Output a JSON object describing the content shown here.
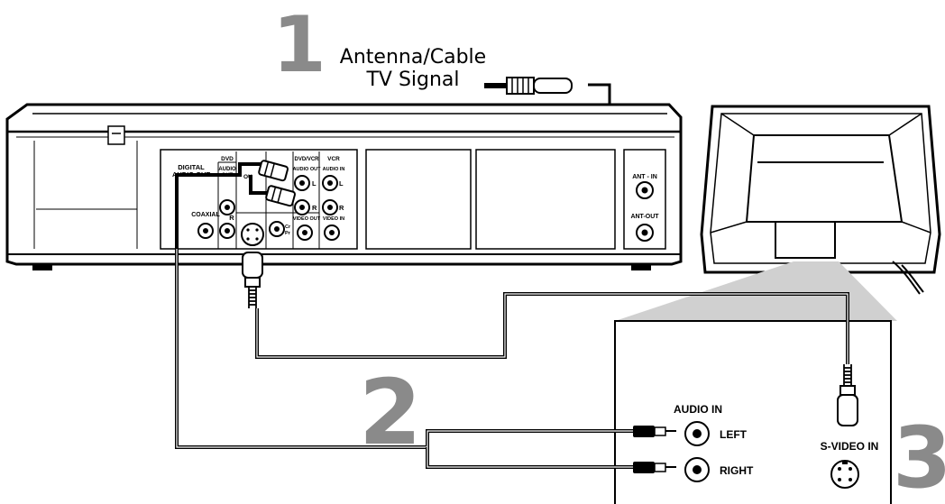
{
  "steps": {
    "one": "1",
    "two": "2",
    "three": "3"
  },
  "antenna": {
    "line1": "Antenna/Cable",
    "line2": "TV Signal"
  },
  "recorder": {
    "digital_audio_out": [
      "DIGITAL",
      "AUDIO OUT"
    ],
    "dvd_header": "DVD",
    "dvd_audio_out": [
      "AUDIO",
      "OUT"
    ],
    "coaxial": "COAXIAL",
    "r_label": "R",
    "l_label": "L",
    "out_partial": "OU",
    "dvd_vcr_header": "DVD/VCR",
    "dvd_vcr_audio_out": "AUDIO OUT",
    "dvd_vcr_video_out": "VIDEO OUT",
    "vcr_header": "VCR",
    "vcr_audio_in": "AUDIO IN",
    "vcr_video_in": "VIDEO IN",
    "component_cr": "Cr",
    "component_pr": "Pr",
    "ant_in": "ANT - IN",
    "ant_out": "ANT-OUT"
  },
  "tv_panel": {
    "audio_in": "AUDIO IN",
    "left": "LEFT",
    "right": "RIGHT",
    "s_video_in": "S-VIDEO IN"
  }
}
